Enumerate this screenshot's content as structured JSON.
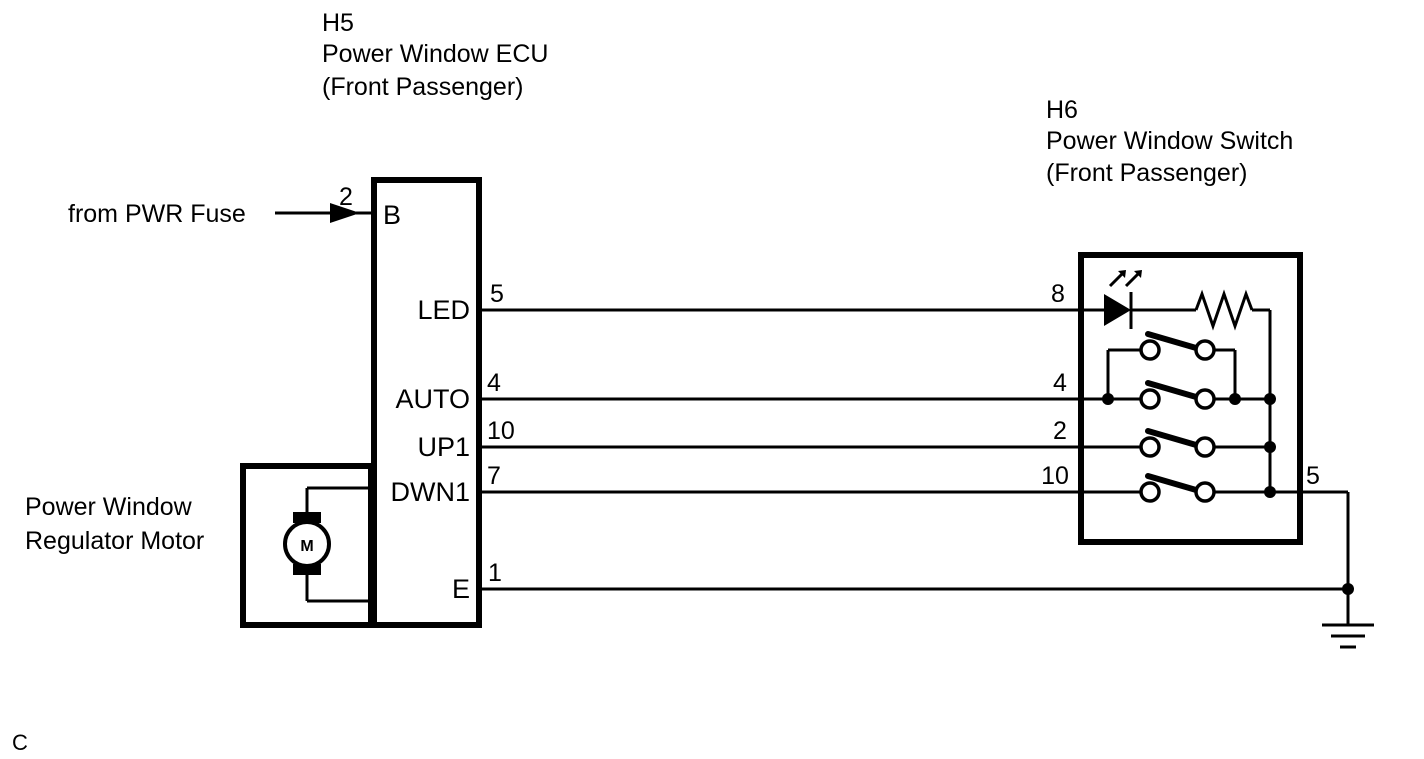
{
  "diagram": {
    "page_corner_label": "C",
    "ecu": {
      "code": "H5",
      "name": "Power Window ECU",
      "qualifier": "(Front Passenger)",
      "terminals": [
        {
          "label": "B",
          "pin": "2"
        },
        {
          "label": "LED",
          "pin": "5"
        },
        {
          "label": "AUTO",
          "pin": "4"
        },
        {
          "label": "UP1",
          "pin": "10"
        },
        {
          "label": "DWN1",
          "pin": "7"
        },
        {
          "label": "E",
          "pin": "1"
        }
      ]
    },
    "switch": {
      "code": "H6",
      "name": "Power Window Switch",
      "qualifier": "(Front Passenger)",
      "pins": [
        {
          "pin": "8",
          "function": "LED"
        },
        {
          "pin": "4",
          "function": "AUTO"
        },
        {
          "pin": "2",
          "function": "UP1"
        },
        {
          "pin": "10",
          "function": "DWN1"
        },
        {
          "pin": "5",
          "function": "Ground"
        }
      ],
      "components": [
        {
          "type": "led",
          "name": "indicator-led"
        },
        {
          "type": "resistor",
          "name": "led-series-resistor"
        },
        {
          "type": "switch",
          "name": "auto-upper-contact"
        },
        {
          "type": "switch",
          "name": "auto-contact"
        },
        {
          "type": "switch",
          "name": "up-contact"
        },
        {
          "type": "switch",
          "name": "down-contact"
        }
      ]
    },
    "motor": {
      "name_line1": "Power Window",
      "name_line2": "Regulator Motor",
      "symbol": "M"
    },
    "source": {
      "label": "from PWR Fuse"
    },
    "ground": {
      "name": "chassis-ground"
    },
    "colors": {
      "line": "#000000",
      "background": "#ffffff",
      "contact_fill": "#ffffff"
    }
  }
}
